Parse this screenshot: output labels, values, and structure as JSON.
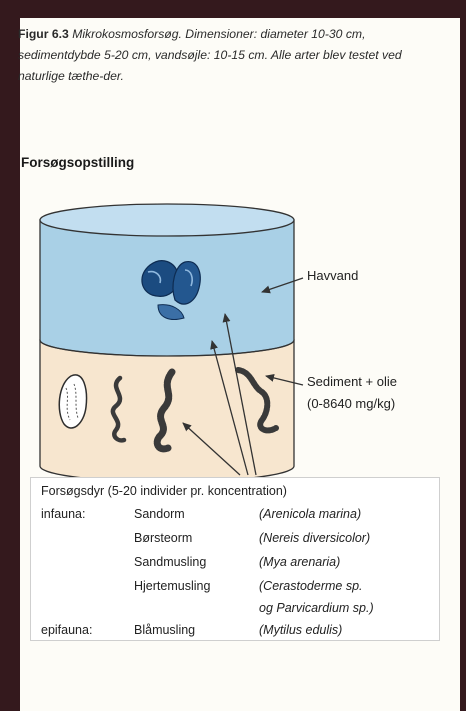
{
  "figure": {
    "caption_lead": "Figur 6.3",
    "caption_rest": "Mikrokosmosforsøg. Dimensioner: diameter 10-30 cm, sedimentdybde 5-20 cm, vandsøjle: 10-15 cm. Alle arter blev testet ved naturlige tæthe-der.",
    "subtitle": "Forsøgsopstilling"
  },
  "labels": {
    "water": "Havvand",
    "sediment": "Sediment + olie",
    "sediment_range": "(0-8640 mg/kg)"
  },
  "colors": {
    "water": "#a9d0e6",
    "sediment": "#f7e6cf",
    "worm": "#3a3a3a",
    "mussel": "#1b4b80"
  },
  "legend": {
    "header": "Forsøgsdyr (5-20 individer pr. koncentration)",
    "rows": [
      {
        "group": "infauna:",
        "common": "Sandorm",
        "latin": "(Arenicola marina)"
      },
      {
        "group": "",
        "common": "Børsteorm",
        "latin": "(Nereis diversicolor)"
      },
      {
        "group": "",
        "common": "Sandmusling",
        "latin": "(Mya arenaria)"
      },
      {
        "group": "",
        "common": "Hjertemusling",
        "latin": "(Cerastoderme sp."
      },
      {
        "group": "",
        "common": "",
        "latin": "og Parvicardium sp.)"
      },
      {
        "group": "epifauna:",
        "common": "Blåmusling",
        "latin": "(Mytilus edulis)"
      }
    ]
  }
}
